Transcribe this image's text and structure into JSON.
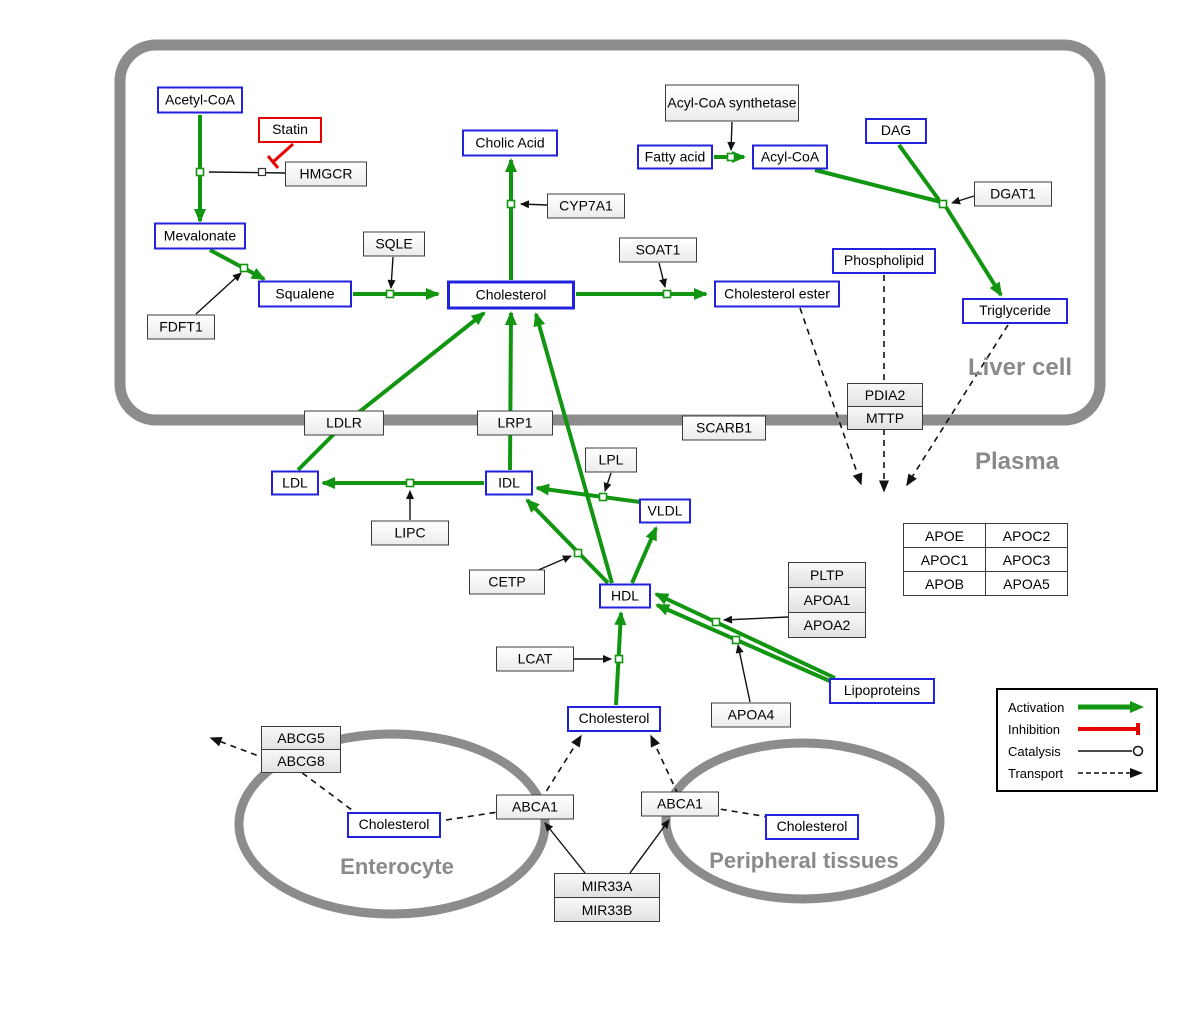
{
  "colors": {
    "activation": "#129612",
    "inhibition": "#e80000",
    "metabolite_border": "#2222dd",
    "membrane": "#8c8c8c",
    "compartment_label": "#8a8a8a"
  },
  "compartments": {
    "liver": "Liver cell",
    "plasma": "Plasma",
    "enterocyte": "Enterocyte",
    "peripheral": "Peripheral tissues"
  },
  "legend": {
    "activation": "Activation",
    "inhibition": "Inhibition",
    "catalysis": "Catalysis",
    "transport": "Transport"
  },
  "nodes": {
    "acetyl_coa": "Acetyl-CoA",
    "statin": "Statin",
    "hmgcr": "HMGCR",
    "mevalonate": "Mevalonate",
    "fdft1": "FDFT1",
    "sqle": "SQLE",
    "squalene": "Squalene",
    "cholic_acid": "Cholic Acid",
    "cyp7a1": "CYP7A1",
    "cholesterol_liver": "Cholesterol",
    "soat1": "SOAT1",
    "cholesterol_ester": "Cholesterol ester",
    "acyl_coa_synthetase": "Acyl-CoA synthetase",
    "fatty_acid": "Fatty acid",
    "acyl_coa": "Acyl-CoA",
    "dag": "DAG",
    "dgat1": "DGAT1",
    "phospholipid": "Phospholipid",
    "triglyceride": "Triglyceride",
    "ldlr": "LDLR",
    "lrp1": "LRP1",
    "scarb1": "SCARB1",
    "pdia2": "PDIA2",
    "mttp": "MTTP",
    "ldl": "LDL",
    "idl": "IDL",
    "lpl": "LPL",
    "vldl": "VLDL",
    "lipc": "LIPC",
    "cetp": "CETP",
    "hdl": "HDL",
    "pltp": "PLTP",
    "apoa1": "APOA1",
    "apoa2": "APOA2",
    "lcat": "LCAT",
    "apoa4": "APOA4",
    "lipoproteins": "Lipoproteins",
    "apo_table": [
      [
        "APOE",
        "APOC2"
      ],
      [
        "APOC1",
        "APOC3"
      ],
      [
        "APOB",
        "APOA5"
      ]
    ],
    "cholesterol_plasma": "Cholesterol",
    "abcg5": "ABCG5",
    "abcg8": "ABCG8",
    "cholesterol_enterocyte": "Cholesterol",
    "abca1_enterocyte": "ABCA1",
    "abca1_peripheral": "ABCA1",
    "cholesterol_peripheral": "Cholesterol",
    "mir33a": "MIR33A",
    "mir33b": "MIR33B"
  },
  "interactions": [
    {
      "source": "Acetyl-CoA",
      "target": "Mevalonate",
      "type": "conversion"
    },
    {
      "source": "Mevalonate",
      "target": "Squalene",
      "type": "conversion"
    },
    {
      "source": "Squalene",
      "target": "Cholesterol",
      "type": "conversion"
    },
    {
      "source": "Cholesterol",
      "target": "Cholic Acid",
      "type": "conversion"
    },
    {
      "source": "Cholesterol",
      "target": "Cholesterol ester",
      "type": "conversion"
    },
    {
      "source": "Fatty acid",
      "target": "Acyl-CoA",
      "type": "conversion"
    },
    {
      "source": "Acyl-CoA",
      "target": "Triglyceride",
      "type": "conversion"
    },
    {
      "source": "DAG",
      "target": "Triglyceride",
      "type": "conversion"
    },
    {
      "source": "LDL",
      "target": "Cholesterol (liver)",
      "via": "LDLR",
      "type": "conversion"
    },
    {
      "source": "IDL",
      "target": "Cholesterol (liver)",
      "via": "LRP1",
      "type": "conversion"
    },
    {
      "source": "HDL",
      "target": "Cholesterol (liver)",
      "type": "conversion"
    },
    {
      "source": "IDL",
      "target": "LDL",
      "type": "conversion"
    },
    {
      "source": "VLDL",
      "target": "IDL",
      "type": "conversion"
    },
    {
      "source": "HDL",
      "target": "VLDL",
      "type": "conversion"
    },
    {
      "source": "HDL",
      "target": "IDL",
      "type": "conversion"
    },
    {
      "source": "Cholesterol (plasma)",
      "target": "HDL",
      "type": "conversion"
    },
    {
      "source": "Lipoproteins",
      "target": "HDL",
      "type": "conversion"
    },
    {
      "source": "HMGCR",
      "target": "Acetyl-CoA -> Mevalonate",
      "type": "catalysis"
    },
    {
      "source": "Statin",
      "target": "HMGCR",
      "type": "inhibition"
    },
    {
      "source": "FDFT1",
      "target": "Mevalonate -> Squalene",
      "type": "catalysis"
    },
    {
      "source": "SQLE",
      "target": "Squalene -> Cholesterol",
      "type": "catalysis"
    },
    {
      "source": "CYP7A1",
      "target": "Cholesterol -> Cholic Acid",
      "type": "catalysis"
    },
    {
      "source": "SOAT1",
      "target": "Cholesterol -> Cholesterol ester",
      "type": "catalysis"
    },
    {
      "source": "Acyl-CoA synthetase",
      "target": "Fatty acid -> Acyl-CoA",
      "type": "catalysis"
    },
    {
      "source": "DGAT1",
      "target": "Acyl-CoA / DAG -> Triglyceride",
      "type": "catalysis"
    },
    {
      "source": "LIPC",
      "target": "IDL -> LDL",
      "type": "catalysis"
    },
    {
      "source": "LPL",
      "target": "VLDL -> IDL",
      "type": "catalysis"
    },
    {
      "source": "CETP",
      "target": "HDL -> IDL",
      "type": "catalysis"
    },
    {
      "source": "LCAT",
      "target": "Cholesterol -> HDL",
      "type": "catalysis"
    },
    {
      "source": "PLTP/APOA1/APOA2",
      "target": "Lipoproteins -> HDL",
      "type": "catalysis"
    },
    {
      "source": "APOA4",
      "target": "Lipoproteins -> HDL",
      "type": "catalysis"
    },
    {
      "source": "Cholesterol ester",
      "target": "Plasma",
      "type": "transport"
    },
    {
      "source": "Phospholipid",
      "target": "Plasma",
      "type": "transport"
    },
    {
      "source": "Triglyceride",
      "target": "Plasma",
      "type": "transport"
    },
    {
      "source": "Cholesterol (enterocyte)",
      "target": null,
      "via": "ABCG5/ABCG8",
      "type": "transport"
    },
    {
      "source": "Cholesterol (enterocyte)",
      "target": "Cholesterol (plasma)",
      "via": "ABCA1",
      "type": "transport"
    },
    {
      "source": "Cholesterol (peripheral tissues)",
      "target": "Cholesterol (plasma)",
      "via": "ABCA1",
      "type": "transport"
    },
    {
      "source": "MIR33A/MIR33B",
      "target": "ABCA1",
      "type": "regulation"
    }
  ]
}
